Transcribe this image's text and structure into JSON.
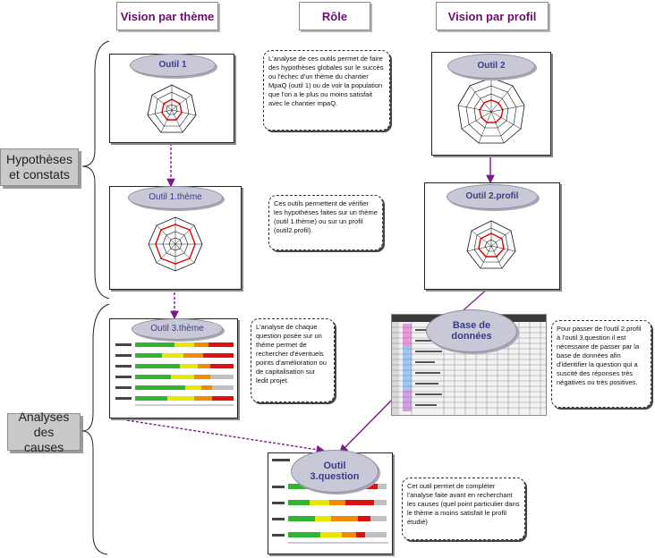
{
  "headers": {
    "theme": "Vision par thème",
    "role": "Rôle",
    "profile": "Vision par profil"
  },
  "side_labels": {
    "hypotheses": "Hypothèses et constats",
    "analyses": "Analyses des causes"
  },
  "tools": {
    "outil1": "Outil 1",
    "outil2": "Outil 2",
    "outil1theme": "Outil 1.thème",
    "outil2profil": "Outil 2.profil",
    "outil3theme": "Outil 3.thème",
    "base": "Base de données",
    "outil3question": "Outil 3.question"
  },
  "notes": {
    "role1": "L'analyse de ces outils permet de faire des hypothèses globales sur le succès ou l'échec d'un thème du chantier MpaQ (outil 1) ou de voir la population que l'on a le plus ou moins satisfait avec le chantier mpaQ.",
    "role2": "Ces outils permettent de vérifier les hypothèses faites sur un thème (outil 1.thème) ou sur un profil (outil2.profil).",
    "outil3theme": "L'analyse de chaque question posée sur un thème permet de rechercher d'éventuels points d'amélioration ou de capitalisation sur ledit projet.",
    "base": "Pour passer de l'outil 2.profil à l'outil 3.question il est nécessaire de passer par la base de données afin d'identifier la question qui a suscité des réponses très négatives ou très positives.",
    "outil3question": "Cet outil permet de compléter l'analyse faite avant en recherchant les causes (quel point particulier dans le thème a moins satisfait le profil étudié)"
  },
  "colors": {
    "header_text": "#6b0e6b",
    "arrow": "#7a1a8a",
    "pill_fill": "#c8c8d6",
    "pill_text": "#3b3b8c",
    "side_fill": "#c9c9c9",
    "radar_red": "#e00000",
    "bar_green": "#2fb52f",
    "bar_yellow": "#e8e800",
    "bar_orange": "#f08a00",
    "bar_red": "#e01010",
    "bar_grey": "#c0c0c0"
  }
}
